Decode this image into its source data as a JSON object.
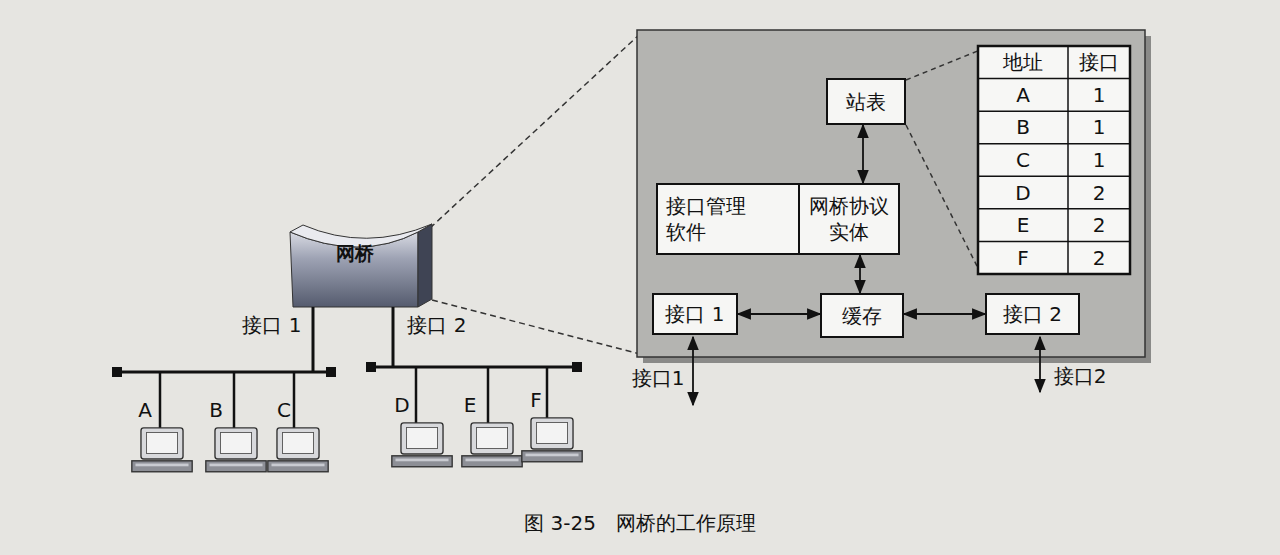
{
  "diagram": {
    "caption": "图 3-25　网桥的工作原理",
    "nodes": [
      {
        "text": [
          "网桥"
        ]
      },
      {
        "text": [
          "站表"
        ]
      },
      {
        "text": [
          "接口管理 软件"
        ]
      },
      {
        "text": [
          "网桥协议 实体"
        ]
      },
      {
        "text": [
          "缓存"
        ]
      },
      {
        "text": [
          "接口 1"
        ]
      },
      {
        "text": [
          "接口 2"
        ]
      }
    ],
    "edges": [
      {
        "from": 2,
        "to": 3,
        "arrow": "both"
      },
      {
        "from": 1,
        "to": 3,
        "arrow": "both"
      },
      {
        "from": 3,
        "to": 4,
        "arrow": "both"
      },
      {
        "from": 5,
        "to": 4,
        "arrow": "both"
      },
      {
        "from": 4,
        "to": 6,
        "arrow": "both"
      }
    ],
    "labels": [
      "接口 1",
      "接口 2",
      "A",
      "B",
      "C",
      "D",
      "E",
      "F",
      "地址",
      "接口",
      "A",
      "1",
      "B",
      "1",
      "C",
      "1",
      "D",
      "2",
      "E",
      "2",
      "F",
      "2",
      "接口1",
      "接口2"
    ]
  }
}
